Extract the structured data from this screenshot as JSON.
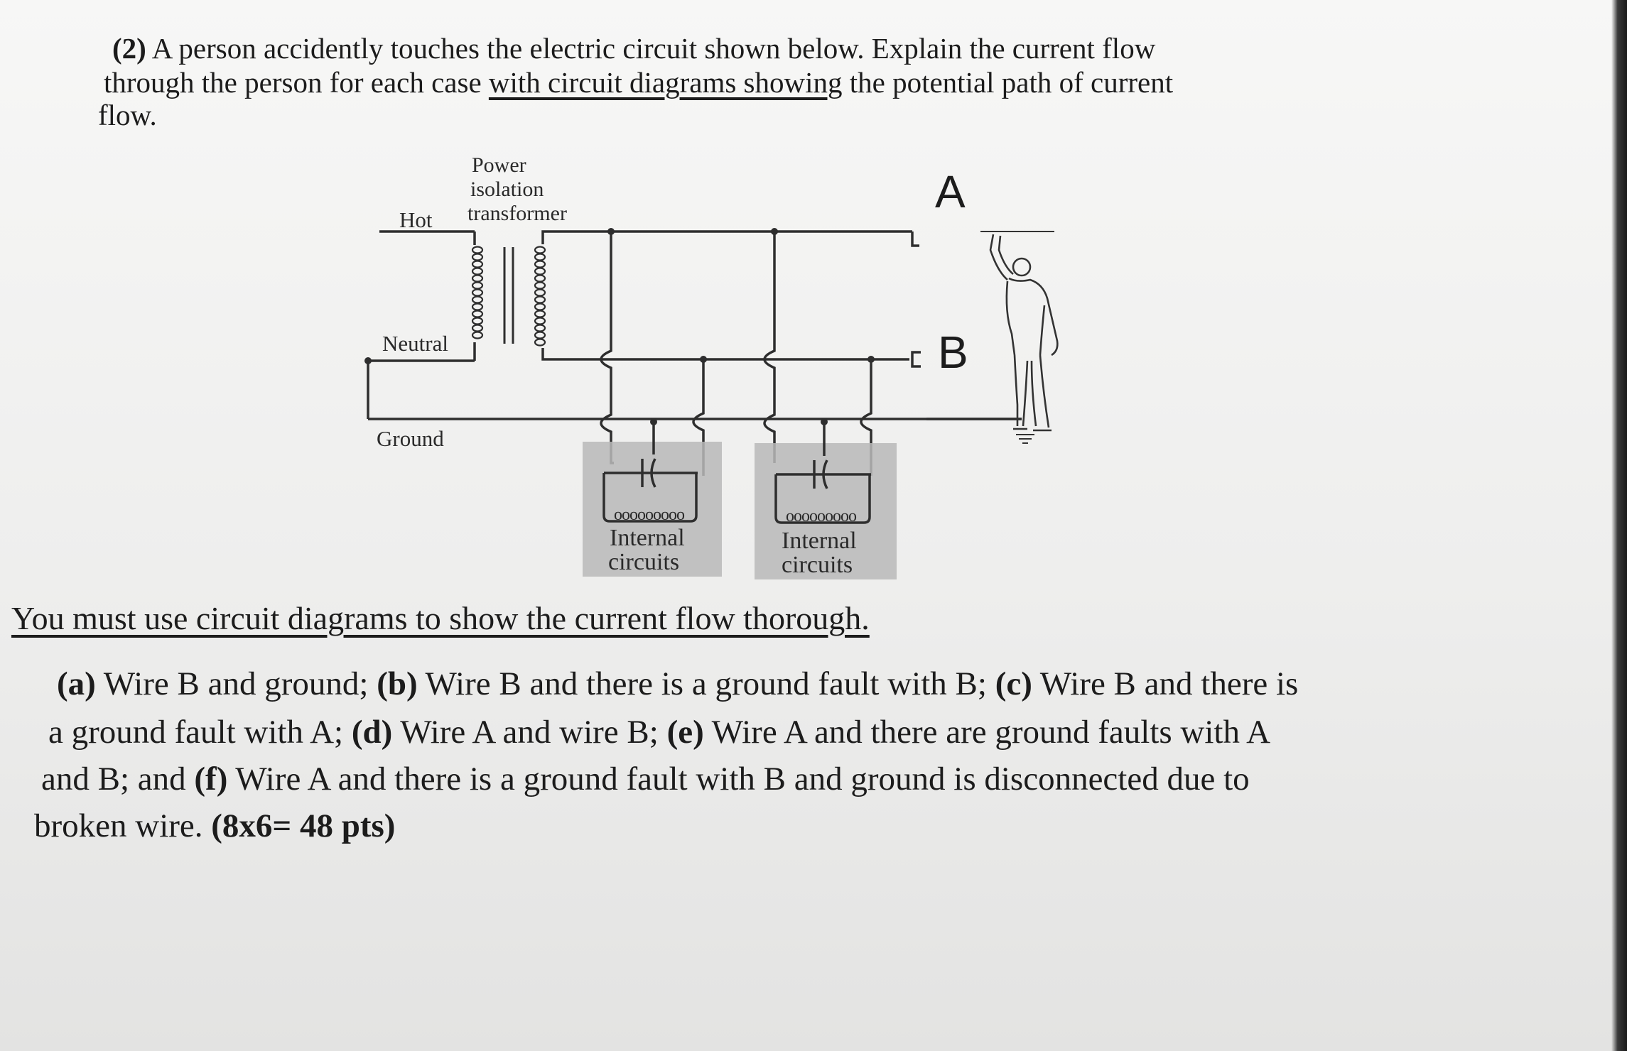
{
  "question": {
    "line1_prefix": "(2)",
    "line1_text": " A person accidently touches the electric circuit shown below. Explain the current flow",
    "line2_pre": "through the person for each case ",
    "line2_underlined": "with circuit diagrams showing",
    "line2_post": " the potential path of current",
    "line3": "flow."
  },
  "diagram": {
    "label_power": "Power",
    "label_isolation": "isolation",
    "label_transformer": "transformer",
    "label_hot": "Hot",
    "label_neutral": "Neutral",
    "label_ground": "Ground",
    "label_a": "A",
    "label_b": "B",
    "internal_1_line1": "Internal",
    "internal_1_line2": "circuits",
    "internal_2_line1": "Internal",
    "internal_2_line2": "circuits"
  },
  "instruction": "You must use circuit diagrams to show the current flow thorough.",
  "subquestions": {
    "a_label": "(a)",
    "a_text": " Wire B and ground; ",
    "b_label": "(b)",
    "b_text": " Wire B and there is a ground fault with B; ",
    "c_label": "(c)",
    "c_text": " Wire B and there is",
    "c_text_cont": "a ground fault with A; ",
    "d_label": "(d)",
    "d_text": " Wire A and wire B; ",
    "e_label": "(e)",
    "e_text": " Wire A and there are ground faults with A",
    "e_text_cont": "and B; and ",
    "f_label": "(f)",
    "f_text": " Wire A and there is a ground fault with B and ground is disconnected due to",
    "f_text_cont": "broken wire. ",
    "points": "(8x6= 48 pts)"
  }
}
